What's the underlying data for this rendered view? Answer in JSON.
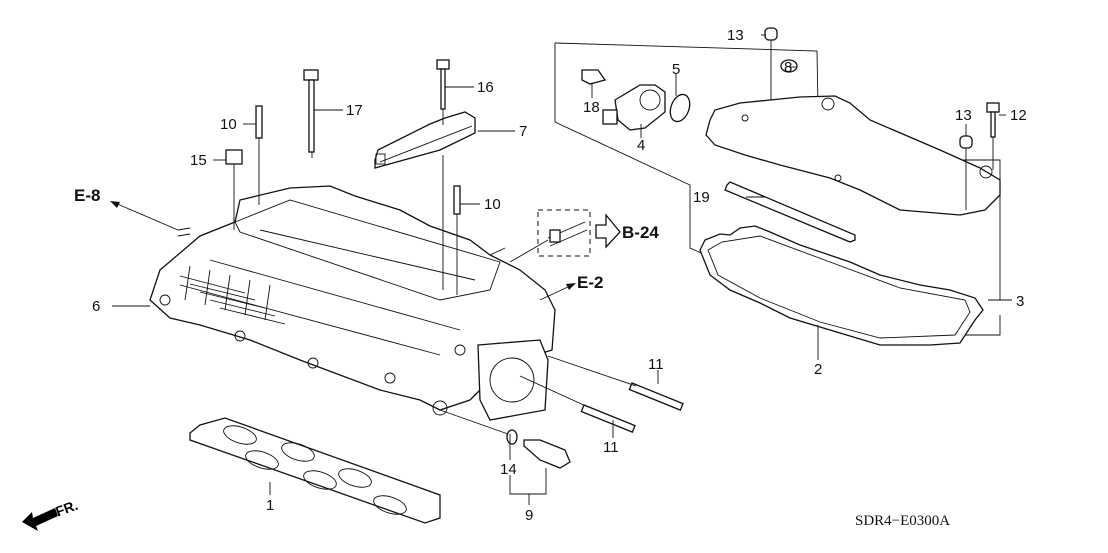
{
  "diagram": {
    "type": "exploded-parts-diagram",
    "subject": "Intake manifold assembly",
    "drawing_code": "SDR4−E0300A",
    "front_indicator": "FR.",
    "callouts": [
      {
        "id": "1",
        "part": "manifold-gasket"
      },
      {
        "id": "2",
        "part": "cover-assembly"
      },
      {
        "id": "3",
        "part": "cover-gasket"
      },
      {
        "id": "4",
        "part": "actuator"
      },
      {
        "id": "5",
        "part": "o-ring"
      },
      {
        "id": "6",
        "part": "intake-manifold"
      },
      {
        "id": "7",
        "part": "bracket"
      },
      {
        "id": "8",
        "part": "grommet"
      },
      {
        "id": "9",
        "part": "sensor-assembly"
      },
      {
        "id": "10a",
        "label": "10",
        "part": "stud-bolt"
      },
      {
        "id": "10b",
        "label": "10",
        "part": "stud-bolt"
      },
      {
        "id": "11a",
        "label": "11",
        "part": "stud-bolt"
      },
      {
        "id": "11b",
        "label": "11",
        "part": "stud-bolt"
      },
      {
        "id": "12",
        "part": "flange-bolt"
      },
      {
        "id": "13a",
        "label": "13",
        "part": "cap-nut"
      },
      {
        "id": "13b",
        "label": "13",
        "part": "cap-nut"
      },
      {
        "id": "14",
        "part": "washer"
      },
      {
        "id": "15",
        "part": "flange-nut"
      },
      {
        "id": "16",
        "part": "flange-bolt"
      },
      {
        "id": "17",
        "part": "flange-bolt"
      },
      {
        "id": "18",
        "part": "flange-bolt"
      },
      {
        "id": "19",
        "part": "gasket-strip"
      }
    ],
    "labels": {
      "c1": "1",
      "c2": "2",
      "c3": "3",
      "c4": "4",
      "c5": "5",
      "c6": "6",
      "c7": "7",
      "c8": "8",
      "c9": "9",
      "c10a": "10",
      "c10b": "10",
      "c11a": "11",
      "c11b": "11",
      "c12": "12",
      "c13a": "13",
      "c13b": "13",
      "c14": "14",
      "c15": "15",
      "c16": "16",
      "c17": "17",
      "c18": "18",
      "c19": "19"
    },
    "references": {
      "e8": "E-8",
      "e2": "E-2",
      "b24": "B-24"
    }
  }
}
